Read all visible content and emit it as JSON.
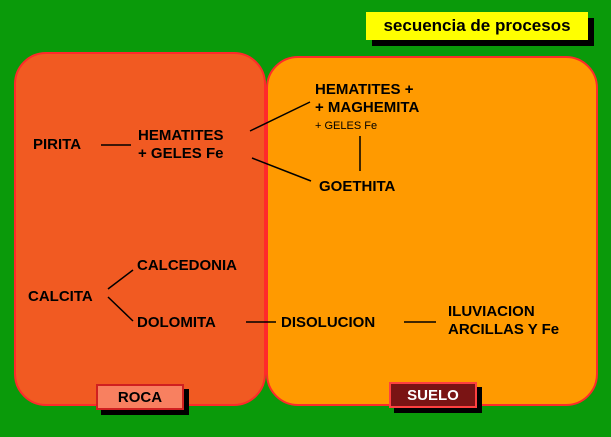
{
  "title": "secuencia de procesos",
  "nodes": {
    "pirita": "PIRITA",
    "hematites_geles": [
      "HEMATITES",
      "+ GELES  Fe"
    ],
    "hematites_maghemita": [
      "HEMATITES +",
      "+ MAGHEMITA"
    ],
    "geles_fe_small": "+ GELES  Fe",
    "goethita": "GOETHITA",
    "calcita": "CALCITA",
    "calcedonia": "CALCEDONIA",
    "dolomita": "DOLOMITA",
    "disolucion": "DISOLUCION",
    "iluviacion": [
      "ILUVIACION",
      "ARCILLAS Y Fe"
    ]
  },
  "buttons": {
    "roca": "ROCA",
    "suelo": "SUELO"
  },
  "colors": {
    "background": "#0a9a0a",
    "rock_panel": "#f15a22",
    "soil_panel": "#ff9a00",
    "panel_border": "#ff2a2a",
    "title_bg": "#ffff00",
    "roca_button": "#f88060",
    "suelo_button": "#7a1414"
  }
}
